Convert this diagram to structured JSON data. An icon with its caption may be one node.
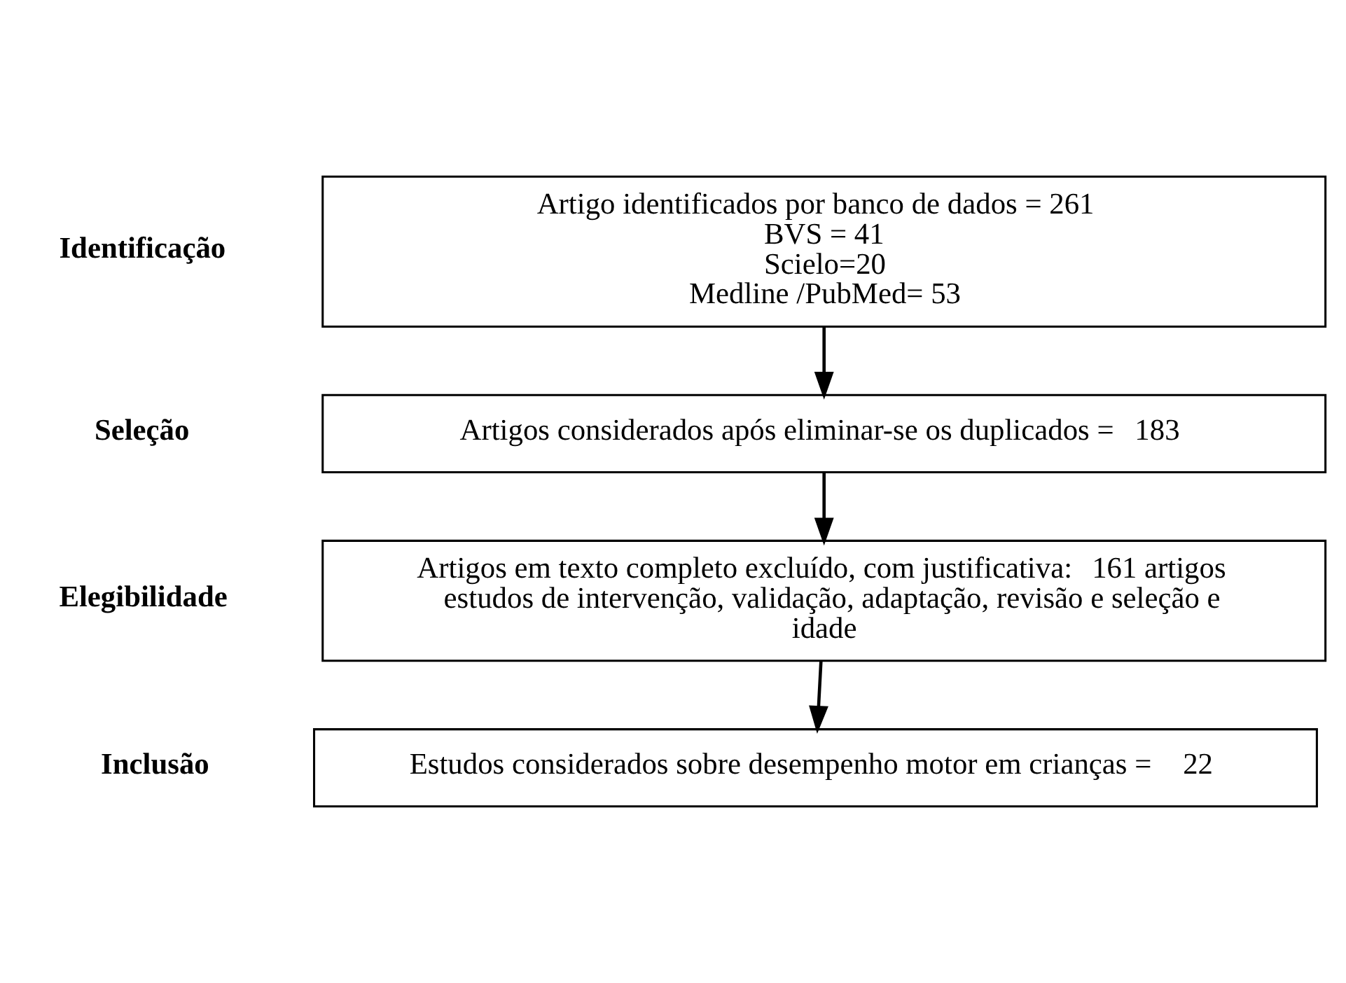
{
  "diagram": {
    "nodes": [
      {
        "text": [
          "**Artigo identificados por banco de dados = 261**",
          "BVS = 41",
          "Scielo=20",
          "Medline /PubMed= 53"
        ]
      },
      {
        "text": [
          "**Artigos considerados após eliminar-se os duplicados =** 183"
        ]
      },
      {
        "text": [
          "**Artigos em texto completo excluído, com justificativa:** 161 artigos estudos de intervenção, validação, adaptação, revisão e seleção e idade"
        ]
      },
      {
        "text": [
          "**Estudos considerados sobre desempenho motor em crianças =** 22"
        ]
      }
    ],
    "edges": [
      {
        "from": 0,
        "to": 1,
        "arrow": "to"
      },
      {
        "from": 1,
        "to": 2,
        "arrow": "to"
      },
      {
        "from": 2,
        "to": 3,
        "arrow": "to"
      }
    ],
    "labels": [
      "Identificação",
      "Seleção",
      "Elegibilidade",
      "Inclusão"
    ]
  }
}
